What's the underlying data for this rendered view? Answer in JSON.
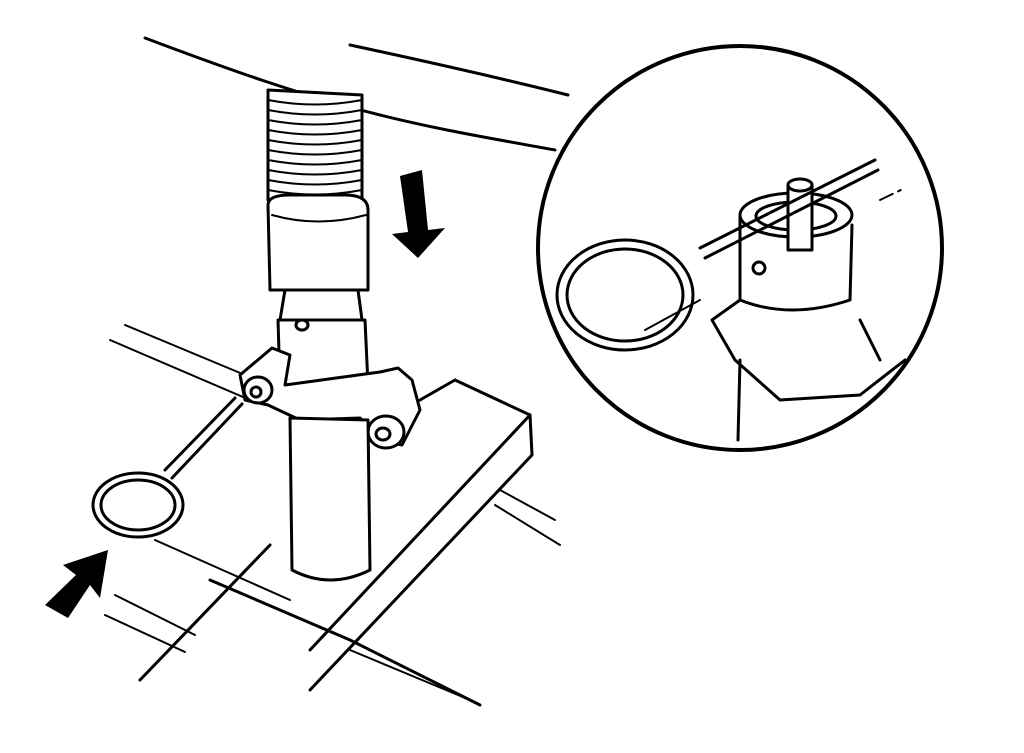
{
  "figure": {
    "description_parts": [
      "strut-assembly",
      "locking-pin",
      "detail-inset"
    ],
    "arrow_directions": [
      "down",
      "up-right"
    ]
  },
  "colors": {
    "line": "#000000",
    "background": "#ffffff"
  }
}
